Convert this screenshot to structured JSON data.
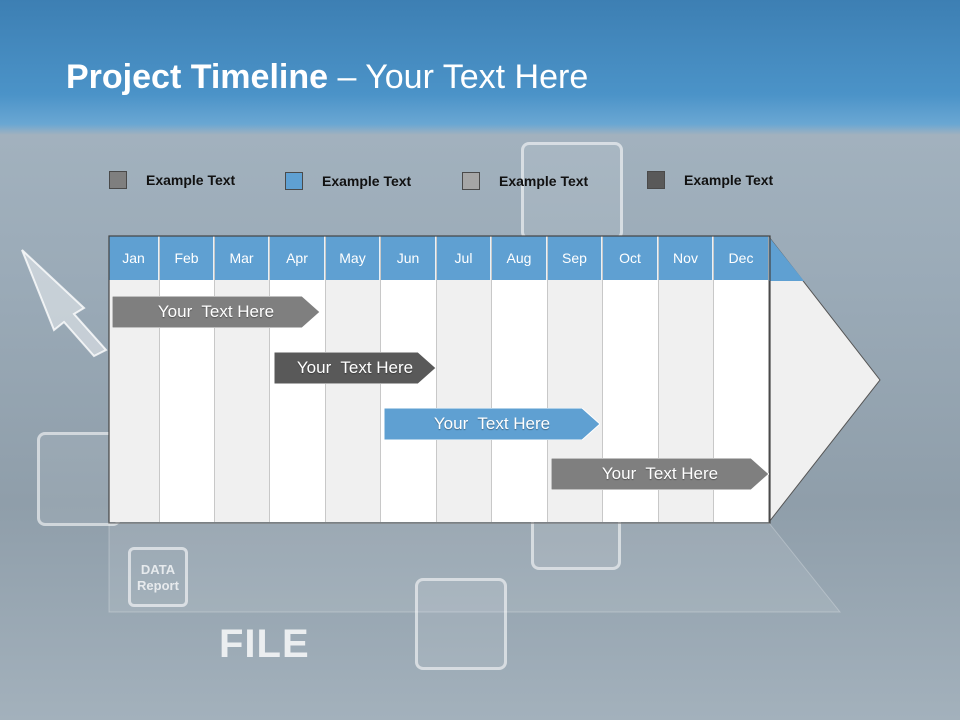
{
  "slide": {
    "title_bold": "Project Timeline",
    "title_rest": " – Your Text Here"
  },
  "legend": [
    {
      "label": "Example Text",
      "color": "#7f7f7f"
    },
    {
      "label": "Example Text",
      "color": "#5fa0d2"
    },
    {
      "label": "Example Text",
      "color": "#a6a6a6"
    },
    {
      "label": "Example Text",
      "color": "#595959"
    }
  ],
  "months": [
    "Jan",
    "Feb",
    "Mar",
    "Apr",
    "May",
    "Jun",
    "Jul",
    "Aug",
    "Sep",
    "Oct",
    "Nov",
    "Dec"
  ],
  "tasks": [
    {
      "label": "Your  Text Here",
      "start_month": "Jan",
      "end_month": "Apr",
      "color": "#7f7f7f"
    },
    {
      "label": "Your  Text Here",
      "start_month": "Apr",
      "end_month": "Jun",
      "color": "#595959"
    },
    {
      "label": "Your  Text Here",
      "start_month": "Jun",
      "end_month": "Sep",
      "color": "#5fa0d2"
    },
    {
      "label": "Your  Text Here",
      "start_month": "Sep",
      "end_month": "Dec",
      "color": "#7f7f7f"
    }
  ],
  "background": {
    "file_word": "FILE",
    "data_report": "DATA Report"
  }
}
